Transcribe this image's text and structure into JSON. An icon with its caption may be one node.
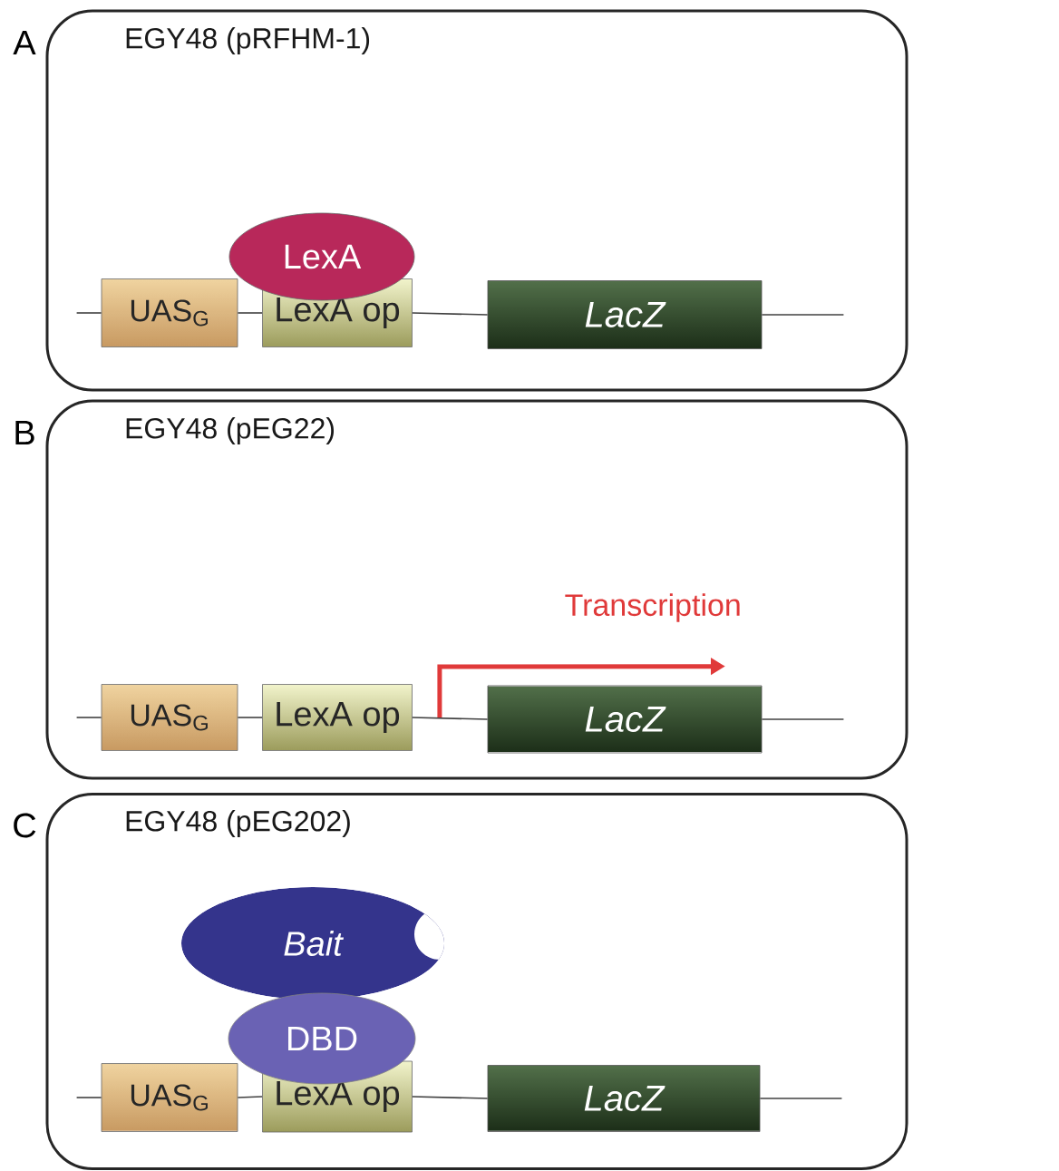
{
  "diagram": {
    "nodes": [
      {
        "text": [
          "EGY48 (pRFHM-1)"
        ],
        "beside": [
          "A"
        ]
      },
      {
        "text": [
          "UAS$_{G}$"
        ],
        "in": 0
      },
      {
        "text": [
          "LexA op"
        ],
        "in": 0
      },
      {
        "text": [
          "LexA"
        ],
        "in": 0
      },
      {
        "text": [
          "LacZ"
        ],
        "in": 0
      },
      {
        "text": [
          "EGY48 (pEG22)"
        ],
        "beside": [
          "B"
        ]
      },
      {
        "text": [
          "UAS$_{G}$"
        ],
        "in": 5
      },
      {
        "text": [
          "LexA op"
        ],
        "in": 5
      },
      {
        "text": [
          "LacZ"
        ],
        "in": 5
      },
      {
        "text": [
          "EGY48 (pEG202)"
        ],
        "beside": [
          "C"
        ]
      },
      {
        "text": [
          "UAS$_{G}$"
        ],
        "in": 9
      },
      {
        "text": [
          "LexA op"
        ],
        "in": 9
      },
      {
        "text": [
          "Bait"
        ],
        "in": 9
      },
      {
        "text": [
          "DBD"
        ],
        "in": 9
      },
      {
        "text": [
          "LacZ"
        ],
        "in": 9
      }
    ],
    "edges": [
      {
        "from": null,
        "to": 1,
        "arrow": "none"
      },
      {
        "from": 1,
        "to": 2,
        "arrow": "none"
      },
      {
        "from": 2,
        "to": 4,
        "arrow": "none"
      },
      {
        "from": 4,
        "to": null,
        "arrow": "none"
      },
      {
        "from": null,
        "to": 6,
        "arrow": "none"
      },
      {
        "from": 6,
        "to": 7,
        "arrow": "none"
      },
      {
        "from": 7,
        "to": 8,
        "arrow": "none"
      },
      {
        "from": 8,
        "to": null,
        "arrow": "none"
      },
      {
        "from": 7,
        "to": 8,
        "arrow": "to",
        "label": "Transcription",
        "style": "thick",
        "color": "#e03a3a"
      },
      {
        "from": null,
        "to": 10,
        "arrow": "none"
      },
      {
        "from": 10,
        "to": 11,
        "arrow": "none"
      },
      {
        "from": 11,
        "to": 14,
        "arrow": "none"
      },
      {
        "from": 14,
        "to": null,
        "arrow": "none"
      }
    ]
  }
}
